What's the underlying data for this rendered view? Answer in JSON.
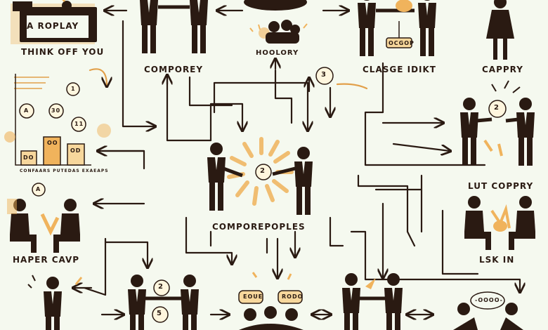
{
  "labels": {
    "think_off_you": "THINK OFF YOU",
    "roplay_sign": "A ROPLAY",
    "comporey": "COMPOREY",
    "hoolory": "HOOLORY",
    "clasge_idikt": "CLASGE IDIKT",
    "cappry": "CAPPRY",
    "lut_coppry": "LUT COPPRY",
    "comporepoples": "COMPOREPOPLES",
    "haper_cavp": "HAPER CAVP",
    "lsk_in": "LSK IN",
    "chart_caption": "CONFAARS PUTEDAS EXAEAPS",
    "ocgop_tag": "OCGOP",
    "rost_bubble": "EOUE",
    "rodo_bubble": "RODO",
    "ellipsis_bubble": "-OOOO-"
  },
  "badges": {
    "hub_center": "2",
    "top_center": "3",
    "right_top": "2",
    "bottom_left": "2",
    "bottom_left_lower": "5",
    "chart_bubble_1": "A",
    "chart_bubble_2": "30",
    "chart_bubble_3": "11",
    "chart_bubble_4": "1",
    "left_mid": "A",
    "bar_1": "DO",
    "bar_2": "OO",
    "bar_3": "OD"
  },
  "colors": {
    "background": "#f5f9ef",
    "ink": "#2a1a12",
    "accent": "#f0b35c",
    "accent_light": "#f7d79c"
  }
}
